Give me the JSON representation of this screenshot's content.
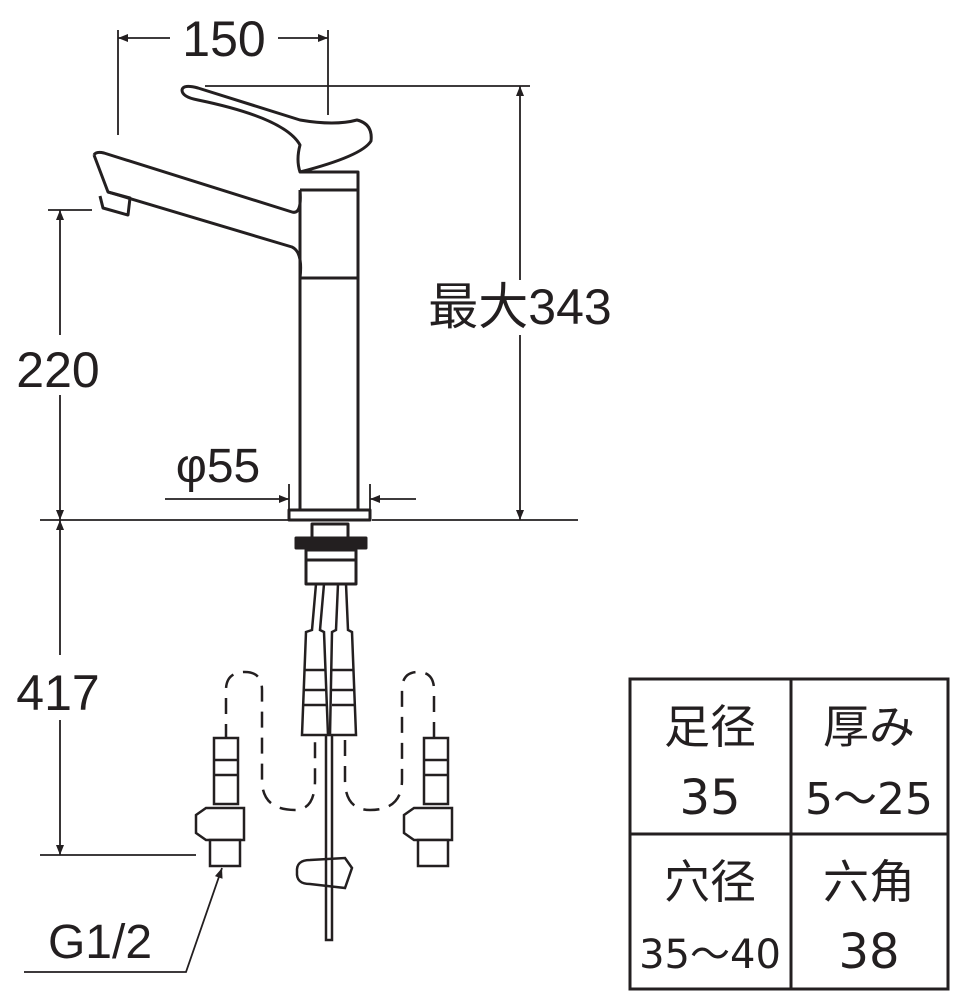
{
  "dimensions": {
    "width_top": "150",
    "max_height": "最大343",
    "spout_height": "220",
    "base_diameter": "φ55",
    "hose_length": "417",
    "connector": "G1/2"
  },
  "spec_table": {
    "cells": [
      {
        "label": "足径",
        "value": "35"
      },
      {
        "label": "厚み",
        "value": "5～25"
      },
      {
        "label": "穴径",
        "value": "35～40"
      },
      {
        "label": "六角",
        "value": "38"
      }
    ]
  }
}
